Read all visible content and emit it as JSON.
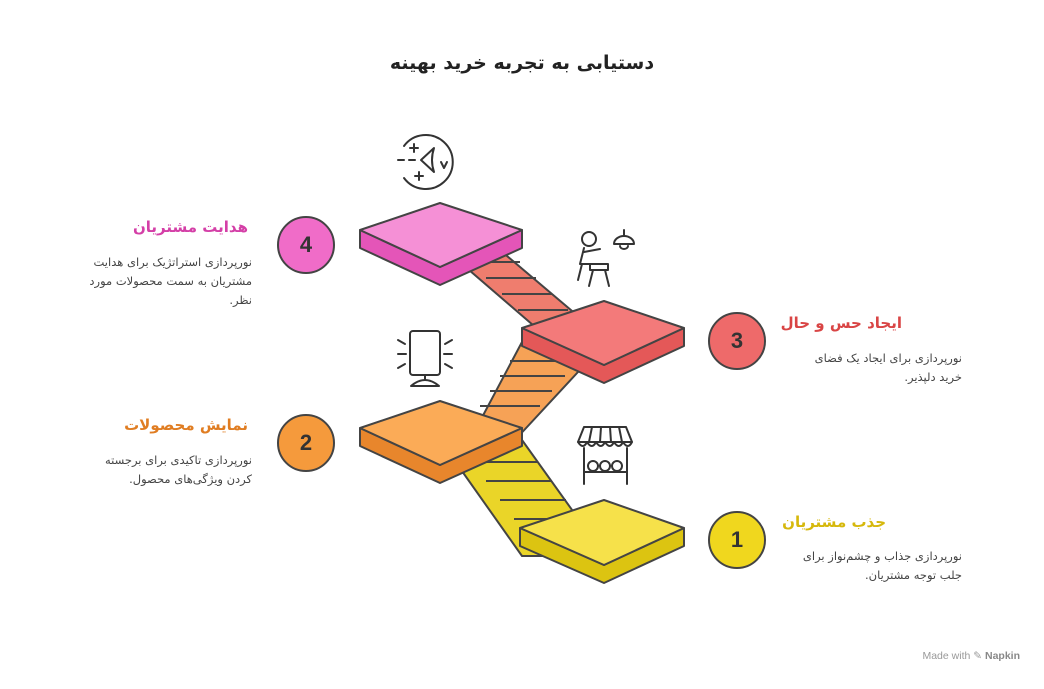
{
  "title": "دستیابی به تجربه خرید بهینه",
  "steps": [
    {
      "number": "1",
      "heading": "جذب مشتریان",
      "description": "نورپردازی جذاب و چشم‌نواز برای جلب توجه مشتریان.",
      "color": "#f0d71e",
      "icon": "market-stall-icon"
    },
    {
      "number": "2",
      "heading": "نمایش محصولات",
      "description": "نورپردازی تاکیدی برای برجسته کردن ویژگی‌های محصول.",
      "color": "#f59a3c",
      "icon": "display-mirror-icon"
    },
    {
      "number": "3",
      "heading": "ایجاد حس و حال",
      "description": "نورپردازی برای ایجاد یک فضای خرید دلپذیر.",
      "color": "#ee6a6a",
      "icon": "person-under-lamp-icon"
    },
    {
      "number": "4",
      "heading": "هدایت مشتریان",
      "description": "نورپردازی استراتژیک برای هدایت مشتریان به سمت محصولات مورد نظر.",
      "color": "#f06cc8",
      "icon": "sparkle-navigation-icon"
    }
  ],
  "brand": {
    "prefix": "Made with",
    "name": "Napkin"
  }
}
